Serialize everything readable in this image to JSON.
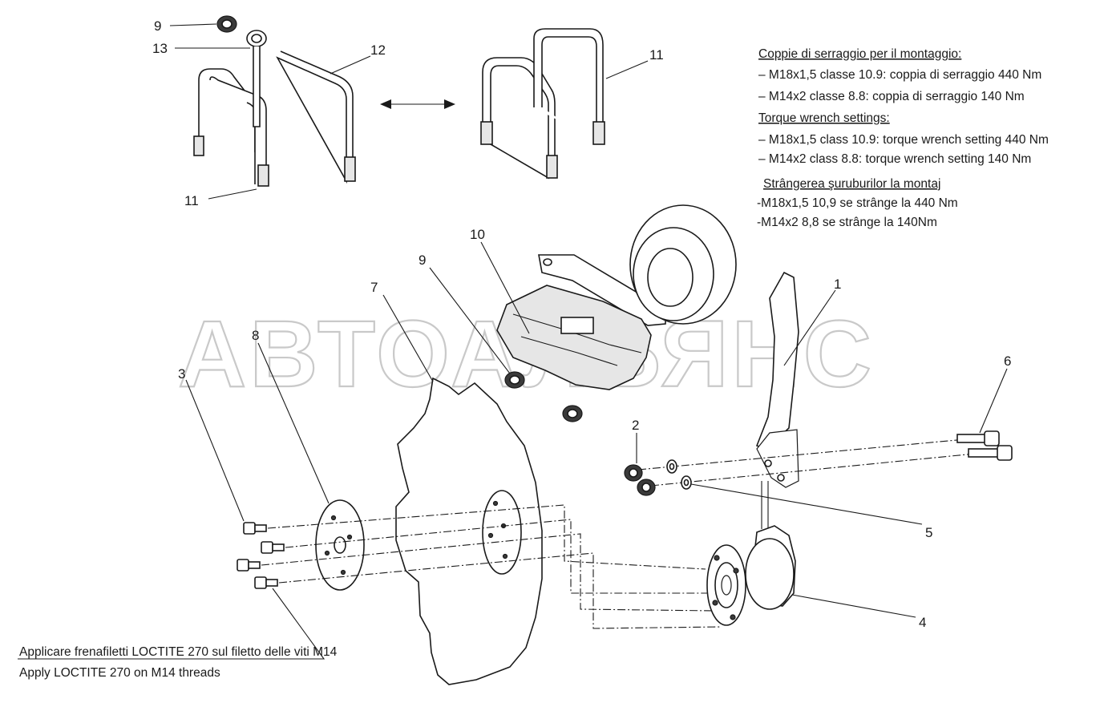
{
  "watermark": "АВТОАЛЬЯНС",
  "callouts": {
    "c9_top": "9",
    "c13": "13",
    "c12": "12",
    "c11_right": "11",
    "c11_left": "11",
    "c10": "10",
    "c9_mid": "9",
    "c7": "7",
    "c8": "8",
    "c3": "3",
    "c1": "1",
    "c6": "6",
    "c2": "2",
    "c5": "5",
    "c4": "4"
  },
  "torque_notes": {
    "it_heading": "Coppie di serraggio per il montaggio:",
    "it_line1": "– M18x1,5 classe 10.9: coppia di serraggio 440 Nm",
    "it_line2": "– M14x2 classe 8.8: coppia di serraggio 140 Nm",
    "en_heading": "Torque wrench settings:",
    "en_line1": "– M18x1,5 class 10.9: torque wrench setting 440 Nm",
    "en_line2": "– M14x2 class 8.8: torque wrench setting 140 Nm",
    "ro_heading": "Strângerea şuruburilor la montaj",
    "ro_line1": "-M18x1,5 10,9 se strânge la 440 Nm",
    "ro_line2": "-M14x2 8,8 se strânge la 140Nm"
  },
  "loctite_note": {
    "line1": "Applicare frenafiletti LOCTITE 270 sul filetto delle viti M14",
    "line2": "Apply LOCTITE 270 on M14 threads"
  }
}
